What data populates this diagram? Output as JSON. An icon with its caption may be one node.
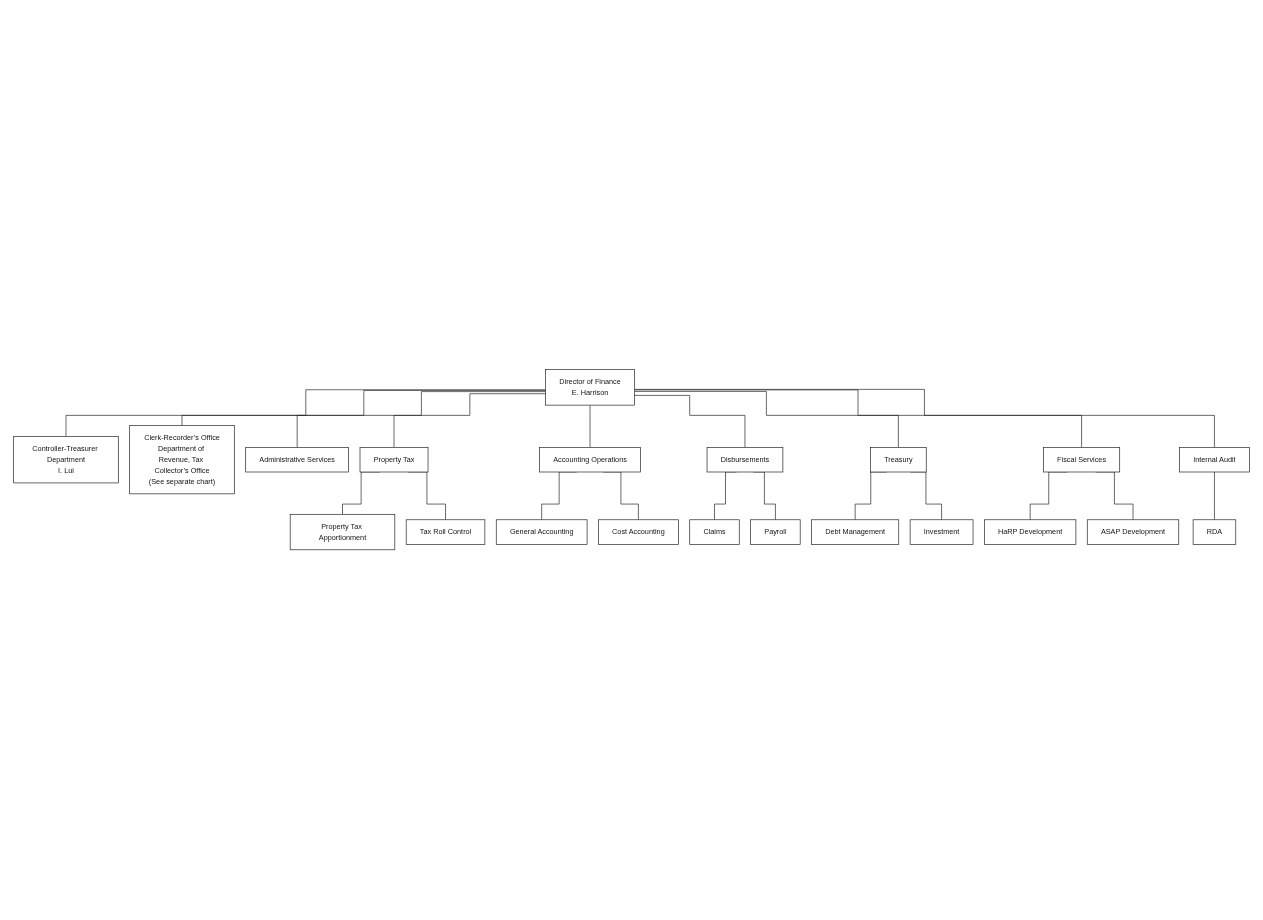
{
  "diagram": {
    "nodes": [
      {
        "text": [
          "Director of Finance",
          "E. Harrison"
        ]
      },
      {
        "text": [
          "Controller-Treasurer Department",
          "I. Lui"
        ]
      },
      {
        "text": [
          "Clerk-Recorder’s Office",
          "Department of Revenue, Tax Collector’s Office",
          "(See separate chart)"
        ]
      },
      {
        "text": [
          "Administrative Services"
        ]
      },
      {
        "text": [
          "Property Tax"
        ]
      },
      {
        "text": [
          "Accounting Operations"
        ]
      },
      {
        "text": [
          "Disbursements"
        ]
      },
      {
        "text": [
          "Treasury"
        ]
      },
      {
        "text": [
          "Fiscal Services"
        ]
      },
      {
        "text": [
          "Internal Audit"
        ]
      },
      {
        "text": [
          "Property Tax Apportionment"
        ]
      },
      {
        "text": [
          "Tax Roll Control"
        ]
      },
      {
        "text": [
          "General Accounting"
        ]
      },
      {
        "text": [
          "Cost Accounting"
        ]
      },
      {
        "text": [
          "Claims"
        ]
      },
      {
        "text": [
          "Payroll"
        ]
      },
      {
        "text": [
          "Debt Management"
        ]
      },
      {
        "text": [
          "Investment"
        ]
      },
      {
        "text": [
          "HaRP Development"
        ]
      },
      {
        "text": [
          "ASAP Development"
        ]
      },
      {
        "text": [
          "RDA"
        ]
      }
    ],
    "edges": [
      {
        "from": 0,
        "to": 1,
        "arrow": "none"
      },
      {
        "from": 0,
        "to": 2,
        "arrow": "none"
      },
      {
        "from": 0,
        "to": 3,
        "arrow": "none"
      },
      {
        "from": 0,
        "to": 4,
        "arrow": "none"
      },
      {
        "from": 0,
        "to": 5,
        "arrow": "none"
      },
      {
        "from": 0,
        "to": 6,
        "arrow": "none"
      },
      {
        "from": 0,
        "to": 7,
        "arrow": "none"
      },
      {
        "from": 0,
        "to": 8,
        "arrow": "none"
      },
      {
        "from": 0,
        "to": 9,
        "arrow": "none"
      },
      {
        "from": 4,
        "to": 10,
        "arrow": "none"
      },
      {
        "from": 4,
        "to": 11,
        "arrow": "none"
      },
      {
        "from": 5,
        "to": 12,
        "arrow": "none"
      },
      {
        "from": 5,
        "to": 13,
        "arrow": "none"
      },
      {
        "from": 6,
        "to": 14,
        "arrow": "none"
      },
      {
        "from": 6,
        "to": 15,
        "arrow": "none"
      },
      {
        "from": 7,
        "to": 16,
        "arrow": "none"
      },
      {
        "from": 7,
        "to": 17,
        "arrow": "none"
      },
      {
        "from": 8,
        "to": 18,
        "arrow": "none"
      },
      {
        "from": 8,
        "to": 19,
        "arrow": "none"
      },
      {
        "from": 9,
        "to": 20,
        "arrow": "none"
      }
    ]
  }
}
